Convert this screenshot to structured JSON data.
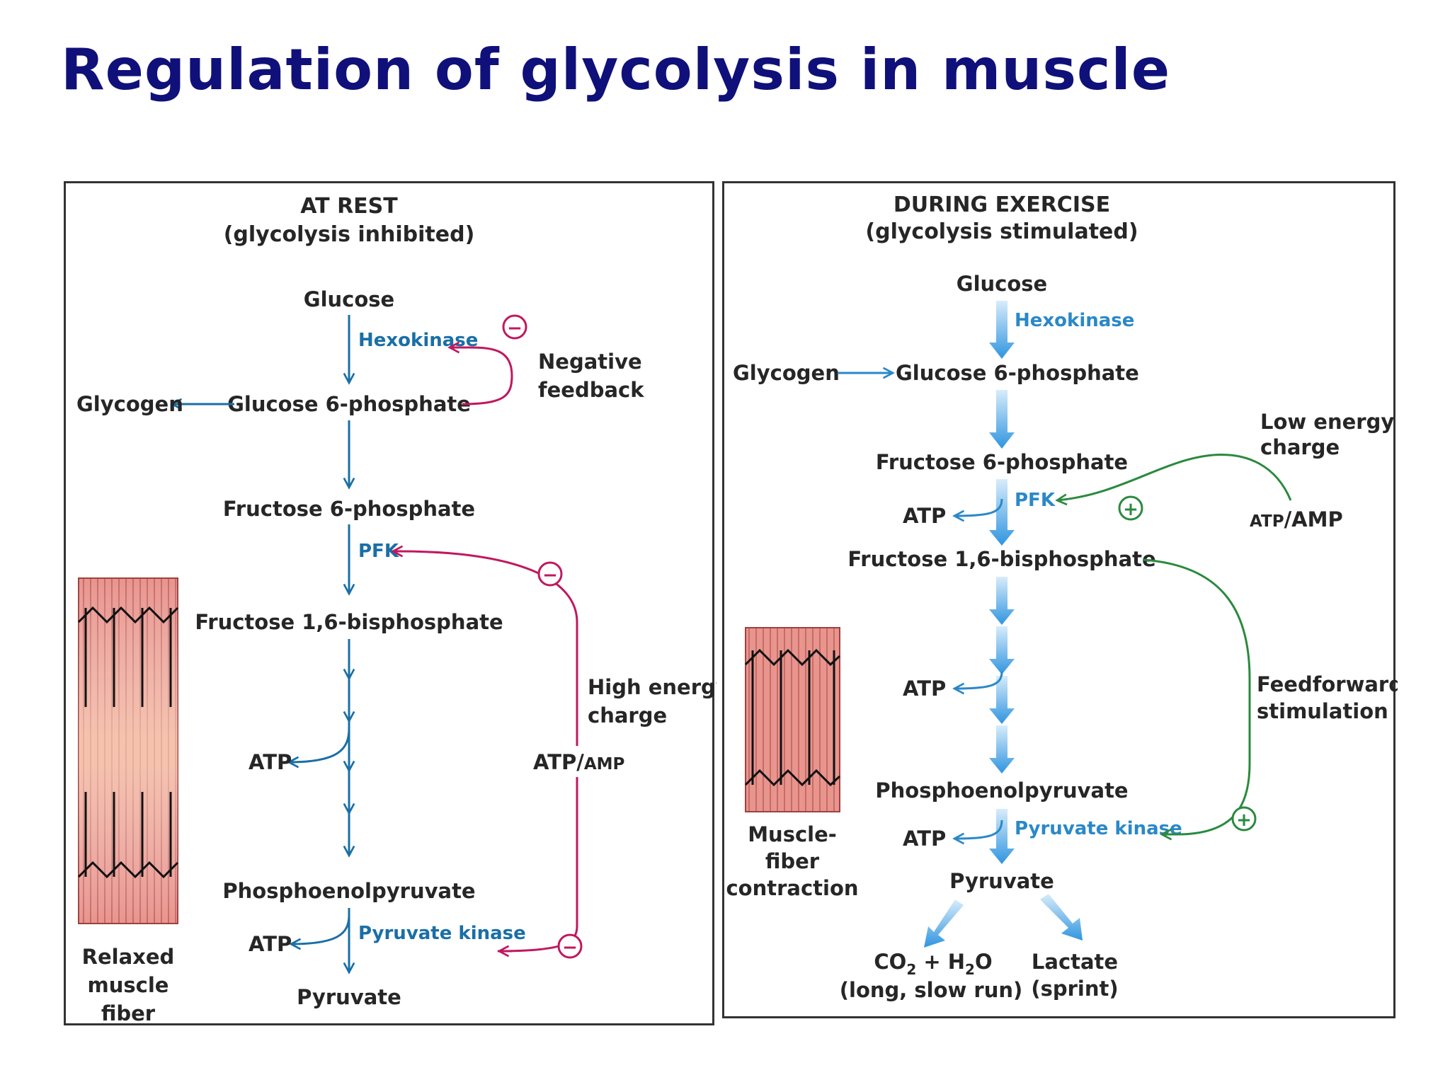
{
  "title": "Regulation of glycolysis in muscle",
  "colors": {
    "title": "#10107a",
    "pathway_arrow": "#1a6fa6",
    "inhibition": "#c0185f",
    "stimulation": "#2a8a3e",
    "exercise_arrow": "#4aa8e8",
    "muscle_fiber": "#e6908a"
  },
  "at_rest": {
    "heading": "AT REST",
    "subheading": "(glycolysis inhibited)",
    "glucose": "Glucose",
    "hexokinase": "Hexokinase",
    "glucose6p": "Glucose 6-phosphate",
    "glycogen": "Glycogen",
    "fructose6p": "Fructose 6-phosphate",
    "pfk": "PFK",
    "fructose16bp": "Fructose 1,6-bisphosphate",
    "atp1": "ATP",
    "pep": "Phosphoenolpyruvate",
    "pyruvate_kinase": "Pyruvate kinase",
    "atp2": "ATP",
    "pyruvate": "Pyruvate",
    "negative_feedback_line1": "Negative",
    "negative_feedback_line2": "feedback",
    "high_energy_line1": "High energy",
    "high_energy_line2": "charge",
    "atp_amp_main": "ATP/",
    "atp_amp_sub": "AMP",
    "minus_sign": "−",
    "fiber_label_line1": "Relaxed",
    "fiber_label_line2": "muscle",
    "fiber_label_line3": "fiber"
  },
  "during_exercise": {
    "heading": "DURING EXERCISE",
    "subheading": "(glycolysis stimulated)",
    "glucose": "Glucose",
    "hexokinase": "Hexokinase",
    "glycogen": "Glycogen",
    "glucose6p": "Glucose 6-phosphate",
    "fructose6p": "Fructose 6-phosphate",
    "atp1": "ATP",
    "pfk": "PFK",
    "fructose16bp": "Fructose 1,6-bisphosphate",
    "atp2": "ATP",
    "pep": "Phosphoenolpyruvate",
    "atp3": "ATP",
    "pyruvate_kinase": "Pyruvate kinase",
    "pyruvate": "Pyruvate",
    "co2_part1": "CO",
    "co2_sub1": "2",
    "co2_part2": " + H",
    "co2_sub2": "2",
    "co2_part3": "O",
    "long_slow_run": "(long, slow run)",
    "lactate": "Lactate",
    "sprint": "(sprint)",
    "low_energy_line1": "Low energy",
    "low_energy_line2": "charge",
    "atp_amp_sub": "ATP",
    "atp_amp_main": "/AMP",
    "feedforward_line1": "Feedforward",
    "feedforward_line2": "stimulation",
    "plus_sign": "+",
    "fiber_label_line1": "Muscle-",
    "fiber_label_line2": "fiber",
    "fiber_label_line3": "contraction"
  }
}
